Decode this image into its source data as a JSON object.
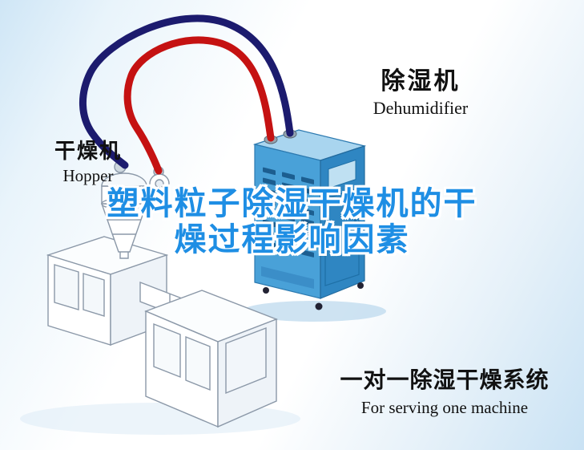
{
  "title": {
    "line1": "塑料粒子除湿干燥机的干",
    "line2": "燥过程影响因素",
    "color": "#1e8ee4"
  },
  "labels": {
    "hopper_cn": "干燥机",
    "hopper_en": "Hopper",
    "dehumidifier_cn": "除湿机",
    "dehumidifier_en": "Dehumidifier",
    "system_cn": "一对一除湿干燥系统",
    "system_en": "For serving one machine"
  },
  "colors": {
    "hose_red": "#c51212",
    "hose_blue": "#1c1b6e",
    "dehumidifier_front": "#49a1d8",
    "dehumidifier_side": "#2f86c2",
    "dehumidifier_top": "#a9d5ef",
    "background_tint": "#cfe6f6"
  }
}
